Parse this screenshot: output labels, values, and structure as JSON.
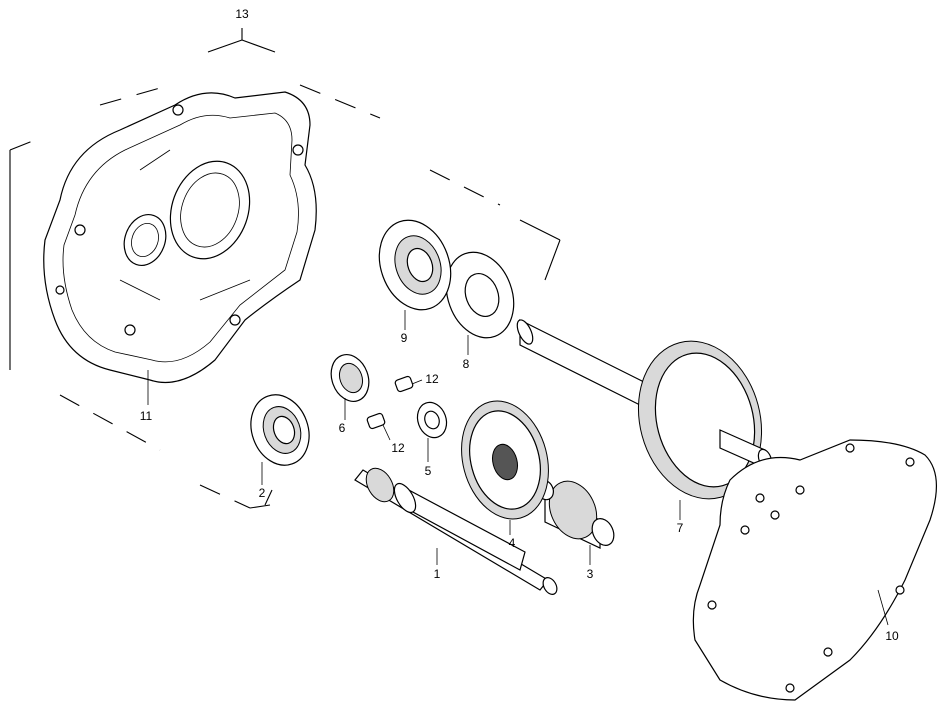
{
  "diagram": {
    "callouts": {
      "housing_assembly": "13",
      "shaft_main": "1",
      "bearing_left": "2",
      "pinion_small": "3",
      "gear_medium": "4",
      "washer": "5",
      "bearing_small": "6",
      "final_gear_shaft": "7",
      "oil_seal": "8",
      "bearing_large": "9",
      "gasket": "10",
      "case": "11",
      "pin_upper": "12",
      "pin_lower": "12"
    }
  }
}
